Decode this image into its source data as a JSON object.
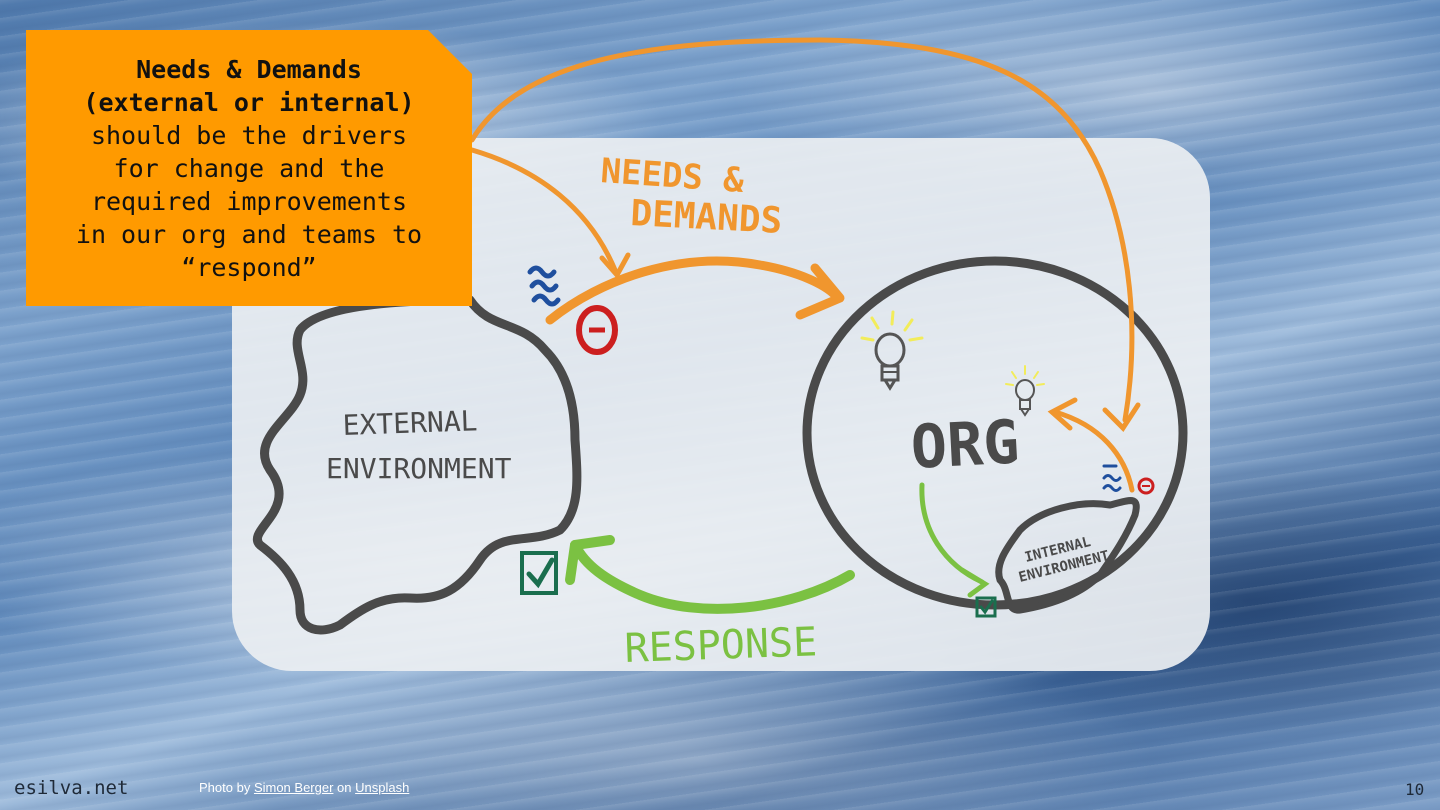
{
  "callout": {
    "title_line1": "Needs & Demands",
    "title_line2": "(external or internal)",
    "body_lines": [
      "should be the drivers",
      "for change and the",
      "required improvements",
      "in our org and teams to",
      "“respond”"
    ]
  },
  "diagram": {
    "needs_label_1": "NEEDS &",
    "needs_label_2": "DEMANDS",
    "external_label_1": "EXTERNAL",
    "external_label_2": "ENVIRONMENT",
    "org_label": "ORG",
    "internal_label_1": "INTERNAL",
    "internal_label_2": "ENVIRONMENT",
    "response_label": "RESPONSE"
  },
  "footer": {
    "site": "esilva.net",
    "credit_prefix": "Photo by ",
    "credit_author": "Simon Berger",
    "credit_middle": " on ",
    "credit_source": "Unsplash",
    "page_number": "10"
  },
  "colors": {
    "orange": "#f0962e",
    "green": "#7bc142",
    "dark": "#4a4a4a",
    "red": "#cc1f1f",
    "blue": "#1f4f9e",
    "teal": "#1a6e4e",
    "callout_bg": "#ff9a00"
  }
}
